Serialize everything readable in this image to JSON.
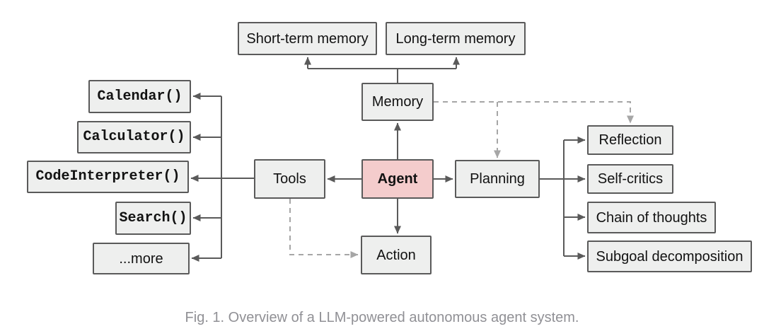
{
  "caption": "Fig. 1. Overview of a LLM-powered autonomous agent system.",
  "nodes": {
    "short_term_memory": {
      "label": "Short-term memory"
    },
    "long_term_memory": {
      "label": "Long-term memory"
    },
    "memory": {
      "label": "Memory"
    },
    "calendar": {
      "label": "Calendar()"
    },
    "calculator": {
      "label": "Calculator()"
    },
    "code_interpreter": {
      "label": "CodeInterpreter()"
    },
    "search": {
      "label": "Search()"
    },
    "more": {
      "label": "...more"
    },
    "tools": {
      "label": "Tools"
    },
    "agent": {
      "label": "Agent"
    },
    "planning": {
      "label": "Planning"
    },
    "action": {
      "label": "Action"
    },
    "reflection": {
      "label": "Reflection"
    },
    "self_critics": {
      "label": "Self-critics"
    },
    "chain_of_thoughts": {
      "label": "Chain of thoughts"
    },
    "subgoal_decomposition": {
      "label": "Subgoal decomposition"
    }
  },
  "edges": [
    {
      "from": "agent",
      "to": "memory",
      "style": "solid"
    },
    {
      "from": "memory",
      "to": "short_term_memory",
      "style": "solid"
    },
    {
      "from": "memory",
      "to": "long_term_memory",
      "style": "solid"
    },
    {
      "from": "agent",
      "to": "tools",
      "style": "solid"
    },
    {
      "from": "tools",
      "to": "calendar",
      "style": "solid"
    },
    {
      "from": "tools",
      "to": "calculator",
      "style": "solid"
    },
    {
      "from": "tools",
      "to": "code_interpreter",
      "style": "solid"
    },
    {
      "from": "tools",
      "to": "search",
      "style": "solid"
    },
    {
      "from": "tools",
      "to": "more",
      "style": "solid"
    },
    {
      "from": "agent",
      "to": "planning",
      "style": "solid"
    },
    {
      "from": "planning",
      "to": "reflection",
      "style": "solid"
    },
    {
      "from": "planning",
      "to": "self_critics",
      "style": "solid"
    },
    {
      "from": "planning",
      "to": "chain_of_thoughts",
      "style": "solid"
    },
    {
      "from": "planning",
      "to": "subgoal_decomposition",
      "style": "solid"
    },
    {
      "from": "agent",
      "to": "action",
      "style": "solid"
    },
    {
      "from": "memory",
      "to": "planning",
      "style": "dashed"
    },
    {
      "from": "memory",
      "to": "reflection",
      "style": "dashed"
    },
    {
      "from": "tools",
      "to": "action",
      "style": "dashed"
    }
  ],
  "colors": {
    "node_fill": "#eeefee",
    "node_border": "#5a5a5a",
    "agent_fill": "#f4cccc",
    "solid_arrow": "#5a5a5a",
    "dashed_arrow": "#a6a6a6",
    "caption_text": "#909095",
    "background": "#ffffff"
  }
}
